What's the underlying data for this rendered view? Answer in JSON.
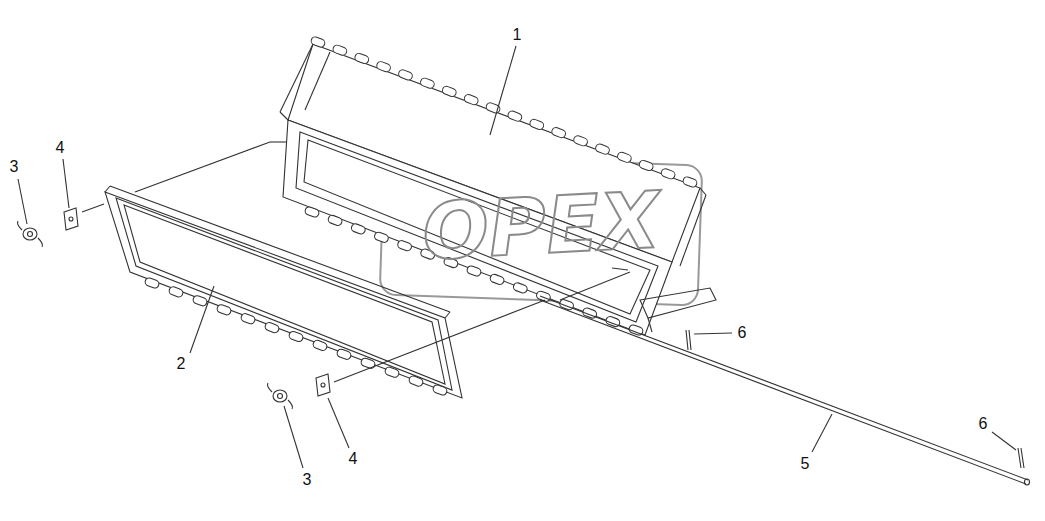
{
  "diagram": {
    "labels": [
      "1",
      "3",
      "4",
      "6",
      "2",
      "6",
      "4",
      "5",
      "3",
      "OPEX"
    ]
  }
}
